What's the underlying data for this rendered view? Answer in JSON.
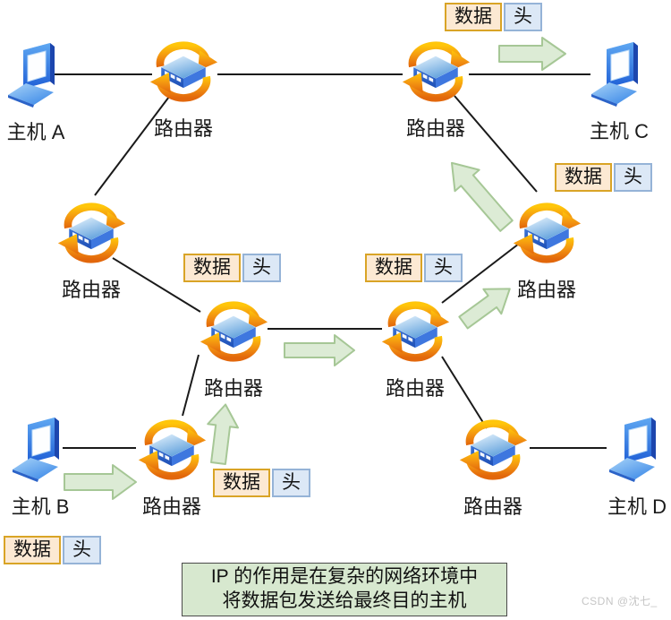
{
  "hosts": [
    {
      "label": "主机 A"
    },
    {
      "label": "主机 B"
    },
    {
      "label": "主机 C"
    },
    {
      "label": "主机 D"
    }
  ],
  "routers": [
    {
      "label": "路由器"
    },
    {
      "label": "路由器"
    },
    {
      "label": "路由器"
    },
    {
      "label": "路由器"
    },
    {
      "label": "路由器"
    },
    {
      "label": "路由器"
    },
    {
      "label": "路由器"
    },
    {
      "label": "路由器"
    }
  ],
  "packets": [
    {
      "data": "数据",
      "head": "头"
    },
    {
      "data": "数据",
      "head": "头"
    },
    {
      "data": "数据",
      "head": "头"
    },
    {
      "data": "数据",
      "head": "头"
    },
    {
      "data": "数据",
      "head": "头"
    },
    {
      "data": "数据",
      "head": "头"
    }
  ],
  "caption": {
    "line1": "IP 的作用是在复杂的网络环境中",
    "line2": "将数据包发送给最终目的主机"
  },
  "watermark": "CSDN @沈七_",
  "colors": {
    "packet_data_bg": "#FCE9D3",
    "packet_data_border": "#D9A426",
    "packet_head_bg": "#DCE8F6",
    "packet_head_border": "#95B3D7",
    "arrow_fill": "#DCEBD5",
    "arrow_stroke": "#A6C796",
    "caption_bg": "#D7E8CF",
    "router_swirl_orange": "#F5A013",
    "device_blue": "#2F6BD0",
    "line_color": "#1A1A1A"
  }
}
